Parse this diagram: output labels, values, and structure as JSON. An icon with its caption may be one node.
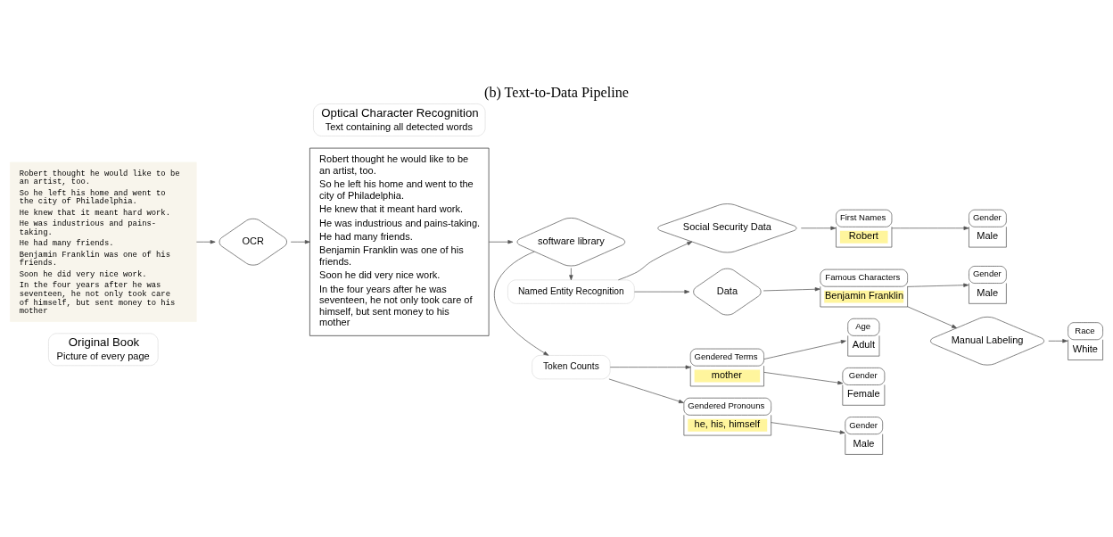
{
  "diagram": {
    "title": "(b) Text-to-Data Pipeline",
    "nodes": [
      {
        "text": [
          "Original Book",
          "Picture of every page"
        ]
      },
      {
        "text": [
          "Robert thought he would like to be an artist, too.",
          "So he left his home and went to the city of Philadelphia.",
          "He knew that it meant hard work.",
          "He was industrious and pains-taking.",
          "He had many friends.",
          "Benjamin Franklin was one of his friends.",
          "Soon he did very nice work.",
          "In the four years after he was seventeen, he not only took care of himself, but sent money to his mother"
        ]
      },
      {
        "text": [
          "OCR"
        ]
      },
      {
        "text": [
          "Optical Character Recognition",
          "Text containing all detected words"
        ]
      },
      {
        "text": [
          "Robert thought he would like to be an artist, too.",
          "So he left his home and went to the city of Philadelphia.",
          "He knew that it meant hard work.",
          "He was industrious and pains-taking.",
          "He had many friends.",
          "Benjamin Franklin was one of his friends.",
          "Soon he did very nice work.",
          "In the four years after he was seventeen, he not only took care of himself, but sent money to his mother"
        ]
      },
      {
        "text": [
          "Token Counts"
        ]
      },
      {
        "text": [
          "software library"
        ]
      },
      {
        "text": [
          "Named Entity Recognition"
        ]
      },
      {
        "text": [
          "Social Security Data"
        ]
      },
      {
        "text": [
          "Data"
        ]
      },
      {
        "text": [
          "Gendered Terms",
          "mother"
        ]
      },
      {
        "text": [
          "Gendered Pronouns",
          "he, his, himself"
        ]
      },
      {
        "text": [
          "First Names",
          "Robert"
        ]
      },
      {
        "text": [
          "Famous Characters",
          "Benjamin Franklin"
        ]
      },
      {
        "text": [
          "Manual Labeling"
        ]
      },
      {
        "text": [
          "Gender",
          "Female"
        ]
      },
      {
        "text": [
          "Age",
          "Adult"
        ]
      },
      {
        "text": [
          "Gender",
          "Male"
        ]
      },
      {
        "text": [
          "Gender",
          "Male"
        ]
      },
      {
        "text": [
          "Gender",
          "Male"
        ]
      },
      {
        "text": [
          "Race",
          "White"
        ]
      }
    ],
    "edges": [
      {
        "from": 1,
        "to": 2,
        "arrow": "to"
      },
      {
        "from": 2,
        "to": 4,
        "arrow": "to"
      },
      {
        "from": 4,
        "to": 6,
        "arrow": "to"
      },
      {
        "from": 6,
        "to": 5,
        "arrow": "to"
      },
      {
        "from": 6,
        "to": 7,
        "arrow": "to"
      },
      {
        "from": 5,
        "to": 10,
        "arrow": "to"
      },
      {
        "from": 5,
        "to": 11,
        "arrow": "to"
      },
      {
        "from": 7,
        "to": 8,
        "arrow": "to"
      },
      {
        "from": 7,
        "to": 9,
        "arrow": "to"
      },
      {
        "from": 8,
        "to": 12,
        "arrow": "to"
      },
      {
        "from": 9,
        "to": 13,
        "arrow": "to"
      },
      {
        "from": 10,
        "to": 15,
        "arrow": "to"
      },
      {
        "from": 10,
        "to": 16,
        "arrow": "to"
      },
      {
        "from": 11,
        "to": 17,
        "arrow": "to"
      },
      {
        "from": 12,
        "to": 18,
        "arrow": "to"
      },
      {
        "from": 13,
        "to": 19,
        "arrow": "to"
      },
      {
        "from": 13,
        "to": 14,
        "arrow": "to"
      },
      {
        "from": 14,
        "to": 20,
        "arrow": "to"
      }
    ]
  }
}
